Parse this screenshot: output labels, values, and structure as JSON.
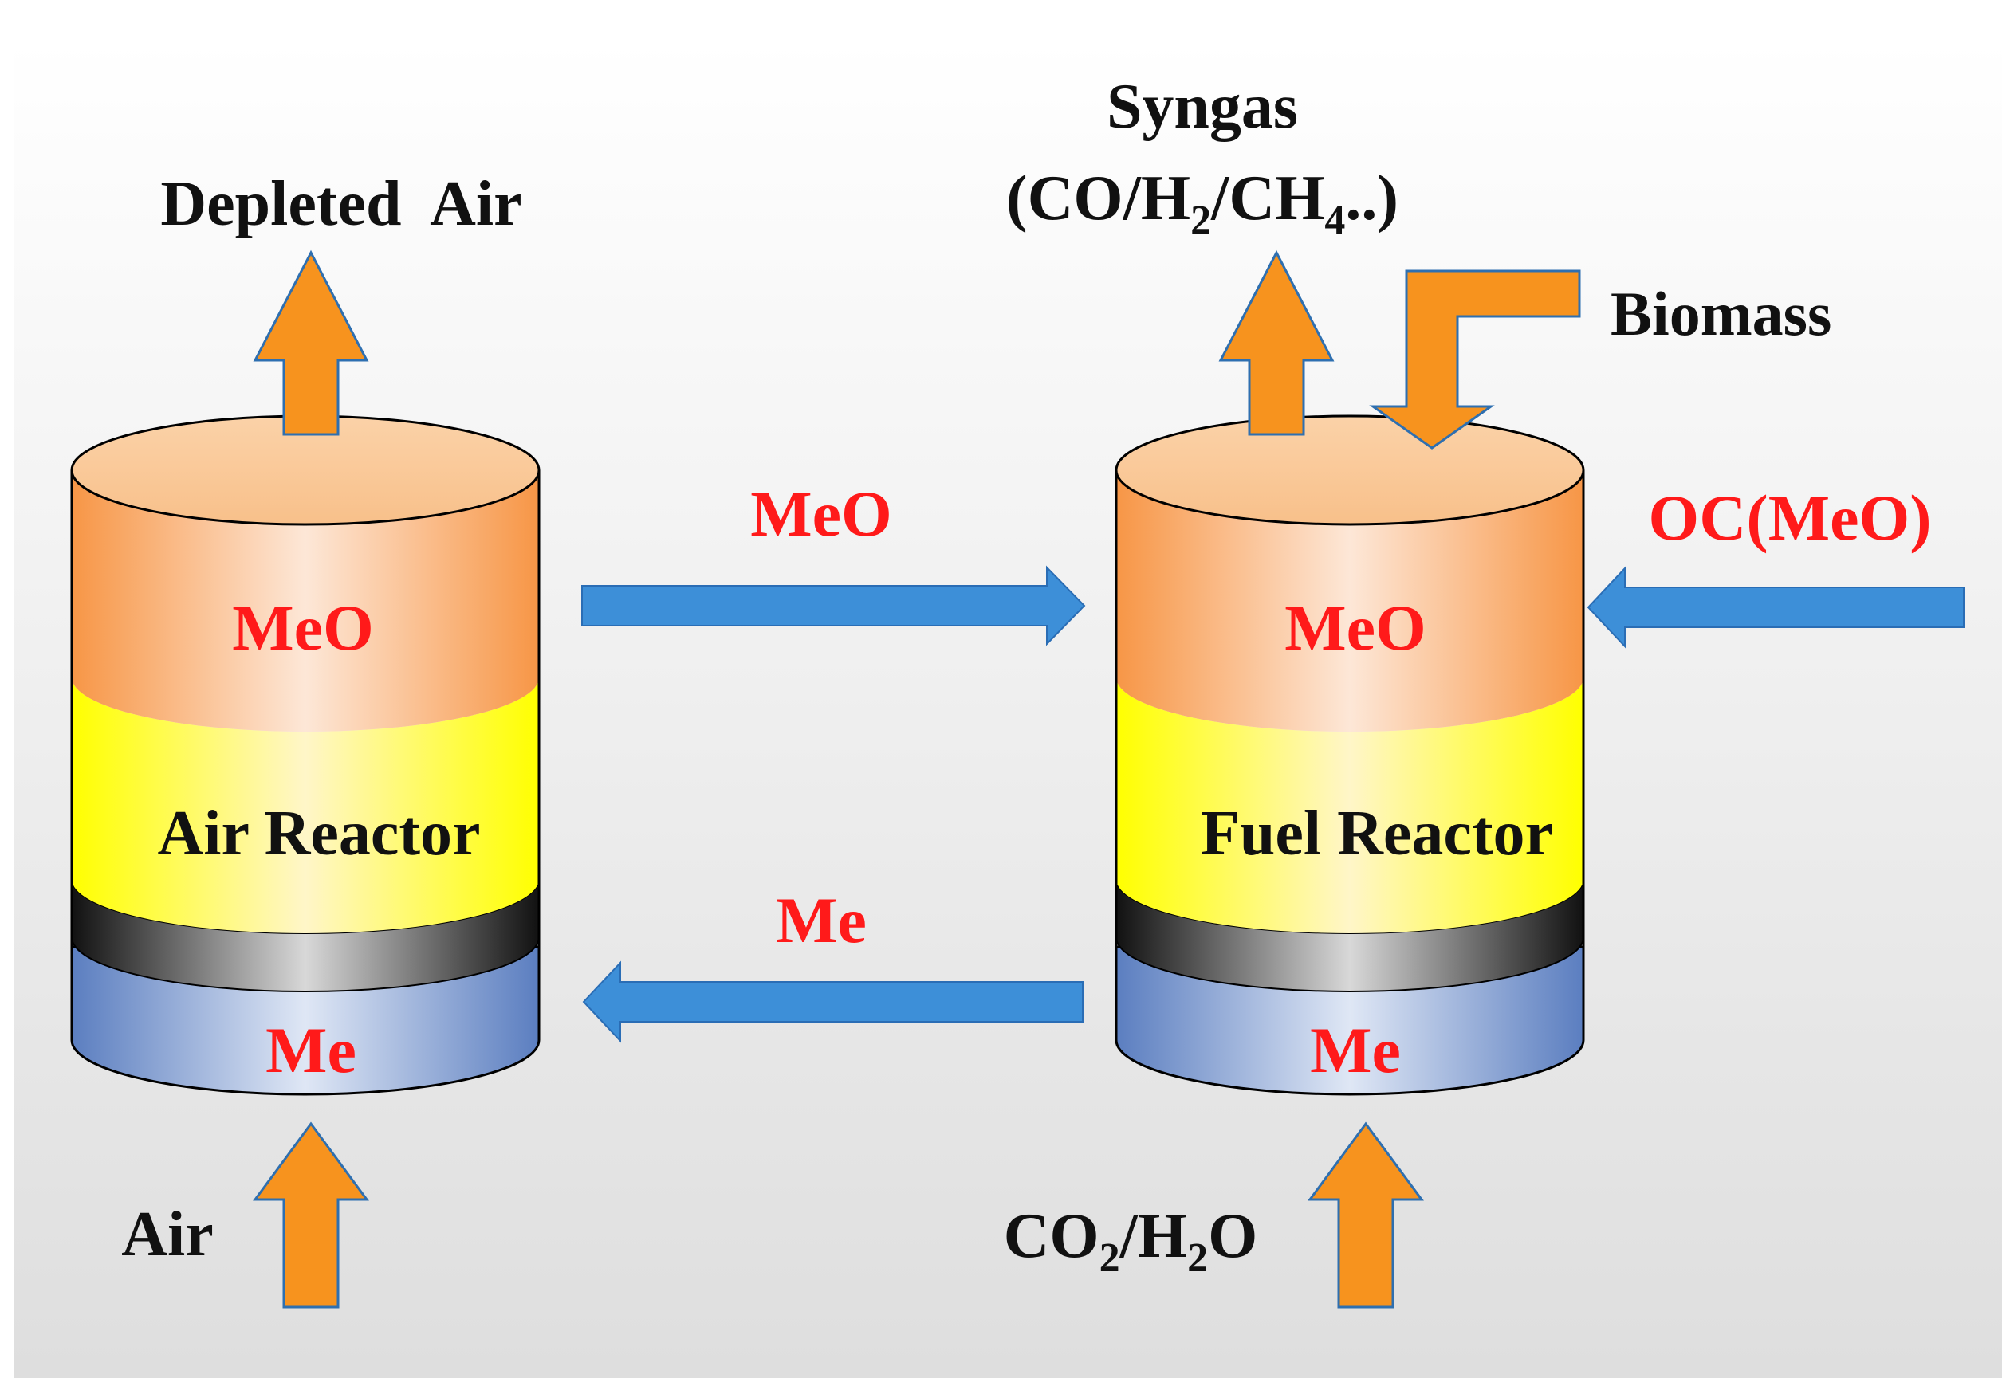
{
  "labels": {
    "depleted_air": "Depleted  Air",
    "syngas_title": "Syngas",
    "syngas_formula": {
      "open": "(CO/H",
      "sub1": "2",
      "mid": "/CH",
      "sub2": "4",
      "close": "..)"
    },
    "biomass": "Biomass",
    "oc_meo": "OC(MeO)",
    "air": "Air",
    "co2_h2o": {
      "p1": "CO",
      "sub1": "2",
      "p2": "/H",
      "sub2": "2",
      "p3": "O"
    }
  },
  "flows": {
    "meo_transfer": "MeO",
    "me_transfer": "Me"
  },
  "reactors": {
    "air": {
      "top_label": "MeO",
      "name": "Air Reactor",
      "bottom_label": "Me"
    },
    "fuel": {
      "top_label": "MeO",
      "name": "Fuel Reactor",
      "bottom_label": "Me"
    }
  },
  "colors": {
    "orange_arrow": "#f7931e",
    "blue_arrow": "#3d8fd8",
    "red_text": "#ff1a1a",
    "black_text": "#111111",
    "orange_layer": "#f79646",
    "yellow_layer": "#ffff00",
    "blue_layer": "#5b7ec0"
  }
}
